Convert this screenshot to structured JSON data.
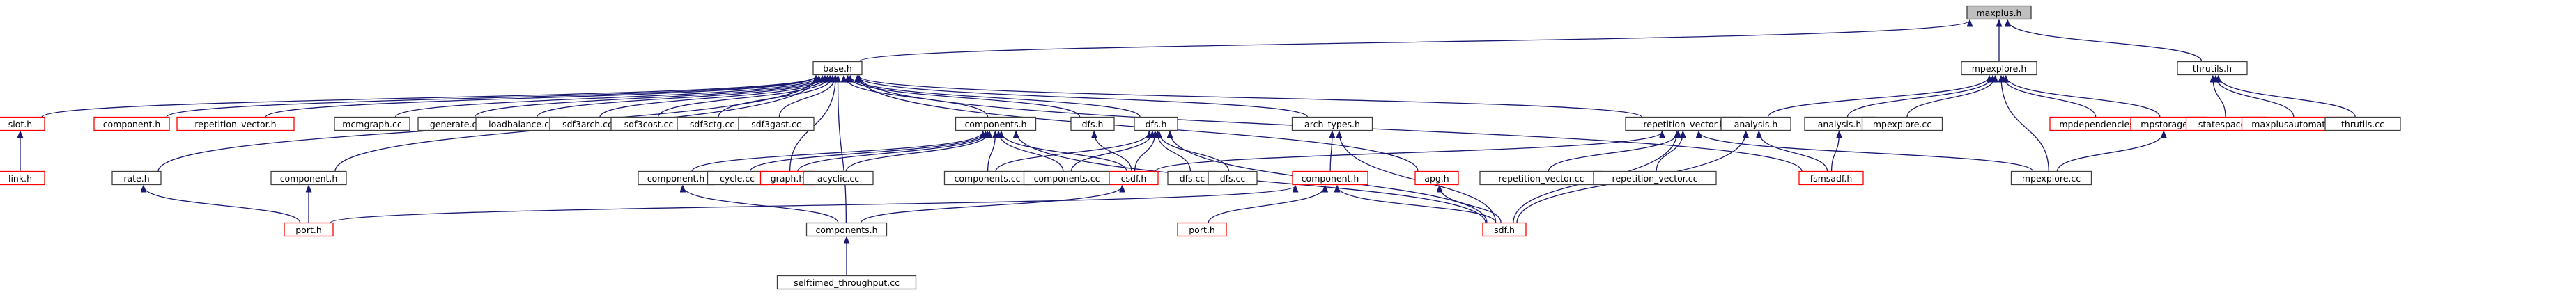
{
  "diagram": {
    "type": "include-dependency-graph",
    "root": "maxplus",
    "colors": {
      "edge": "#191970",
      "root_fill": "#bfbfbf",
      "normal_border": "#404040",
      "undocumented_border": "#ff0000"
    },
    "nodes": [
      {
        "id": "maxplus",
        "label": "maxplus.h",
        "kind": "root"
      },
      {
        "id": "base",
        "label": "base.h",
        "kind": "normal"
      },
      {
        "id": "mpexplore_h",
        "label": "mpexplore.h",
        "kind": "normal"
      },
      {
        "id": "thrutils_h",
        "label": "thrutils.h",
        "kind": "normal"
      },
      {
        "id": "slot_h",
        "label": "slot.h",
        "kind": "red"
      },
      {
        "id": "component_h_a",
        "label": "component.h",
        "kind": "red"
      },
      {
        "id": "repvec_h_a",
        "label": "repetition_vector.h",
        "kind": "red"
      },
      {
        "id": "mcmgraph_cc",
        "label": "mcmgraph.cc",
        "kind": "normal"
      },
      {
        "id": "generate_cc",
        "label": "generate.cc",
        "kind": "normal"
      },
      {
        "id": "loadbalance_cc",
        "label": "loadbalance.cc",
        "kind": "normal"
      },
      {
        "id": "sdf3arch_cc",
        "label": "sdf3arch.cc",
        "kind": "normal"
      },
      {
        "id": "sdf3cost_cc",
        "label": "sdf3cost.cc",
        "kind": "normal"
      },
      {
        "id": "sdf3ctg_cc",
        "label": "sdf3ctg.cc",
        "kind": "normal"
      },
      {
        "id": "sdf3gast_cc",
        "label": "sdf3gast.cc",
        "kind": "normal"
      },
      {
        "id": "components_h_a",
        "label": "components.h",
        "kind": "normal"
      },
      {
        "id": "dfs_h_a",
        "label": "dfs.h",
        "kind": "normal"
      },
      {
        "id": "dfs_h_b",
        "label": "dfs.h",
        "kind": "normal"
      },
      {
        "id": "arch_types_h",
        "label": "arch_types.h",
        "kind": "normal"
      },
      {
        "id": "repvec_h_b",
        "label": "repetition_vector.h",
        "kind": "normal"
      },
      {
        "id": "analysis_h_a",
        "label": "analysis.h",
        "kind": "normal"
      },
      {
        "id": "analysis_h_b",
        "label": "analysis.h",
        "kind": "normal"
      },
      {
        "id": "mpexplore_cc_a",
        "label": "mpexplore.cc",
        "kind": "normal"
      },
      {
        "id": "mpdependencies_h",
        "label": "mpdependencies.h",
        "kind": "red"
      },
      {
        "id": "mpstorage_h",
        "label": "mpstorage.h",
        "kind": "red"
      },
      {
        "id": "statespace_h",
        "label": "statespace.h",
        "kind": "red"
      },
      {
        "id": "maxplusautomaton_h",
        "label": "maxplusautomaton.h",
        "kind": "red"
      },
      {
        "id": "thrutils_cc",
        "label": "thrutils.cc",
        "kind": "normal"
      },
      {
        "id": "link_h",
        "label": "link.h",
        "kind": "red"
      },
      {
        "id": "rate_h",
        "label": "rate.h",
        "kind": "normal"
      },
      {
        "id": "component_h_b",
        "label": "component.h",
        "kind": "normal"
      },
      {
        "id": "component_h_c",
        "label": "component.h",
        "kind": "normal"
      },
      {
        "id": "cycle_cc",
        "label": "cycle.cc",
        "kind": "normal"
      },
      {
        "id": "graph_h",
        "label": "graph.h",
        "kind": "red"
      },
      {
        "id": "acyclic_cc",
        "label": "acyclic.cc",
        "kind": "normal"
      },
      {
        "id": "components_cc_a",
        "label": "components.cc",
        "kind": "normal"
      },
      {
        "id": "components_cc_b",
        "label": "components.cc",
        "kind": "normal"
      },
      {
        "id": "csdf_h",
        "label": "csdf.h",
        "kind": "red"
      },
      {
        "id": "dfs_cc_a",
        "label": "dfs.cc",
        "kind": "normal"
      },
      {
        "id": "dfs_cc_b",
        "label": "dfs.cc",
        "kind": "normal"
      },
      {
        "id": "component_h_d",
        "label": "component.h",
        "kind": "red"
      },
      {
        "id": "apg_h",
        "label": "apg.h",
        "kind": "red"
      },
      {
        "id": "repvec_cc_a",
        "label": "repetition_vector.cc",
        "kind": "normal"
      },
      {
        "id": "repvec_cc_b",
        "label": "repetition_vector.cc",
        "kind": "normal"
      },
      {
        "id": "fsmsadf_h",
        "label": "fsmsadf.h",
        "kind": "red"
      },
      {
        "id": "mpexplore_cc_b",
        "label": "mpexplore.cc",
        "kind": "normal"
      },
      {
        "id": "port_h_a",
        "label": "port.h",
        "kind": "red"
      },
      {
        "id": "components_h_b",
        "label": "components.h",
        "kind": "normal"
      },
      {
        "id": "port_h_b",
        "label": "port.h",
        "kind": "red"
      },
      {
        "id": "sdf_h",
        "label": "sdf.h",
        "kind": "red"
      },
      {
        "id": "selftimed_cc",
        "label": "selftimed_throughput.cc",
        "kind": "normal"
      }
    ],
    "edges": [
      [
        "base",
        "maxplus"
      ],
      [
        "mpexplore_h",
        "maxplus"
      ],
      [
        "thrutils_h",
        "maxplus"
      ],
      [
        "slot_h",
        "base"
      ],
      [
        "component_h_a",
        "base"
      ],
      [
        "repvec_h_a",
        "base"
      ],
      [
        "mcmgraph_cc",
        "base"
      ],
      [
        "generate_cc",
        "base"
      ],
      [
        "loadbalance_cc",
        "base"
      ],
      [
        "sdf3arch_cc",
        "base"
      ],
      [
        "sdf3cost_cc",
        "base"
      ],
      [
        "sdf3ctg_cc",
        "base"
      ],
      [
        "sdf3gast_cc",
        "base"
      ],
      [
        "components_h_a",
        "base"
      ],
      [
        "dfs_h_a",
        "base"
      ],
      [
        "dfs_h_b",
        "base"
      ],
      [
        "arch_types_h",
        "base"
      ],
      [
        "repvec_h_b",
        "base"
      ],
      [
        "rate_h",
        "base"
      ],
      [
        "component_h_b",
        "base"
      ],
      [
        "graph_h",
        "base"
      ],
      [
        "components_h_b",
        "base"
      ],
      [
        "apg_h",
        "base"
      ],
      [
        "fsmsadf_h",
        "base"
      ],
      [
        "analysis_h_a",
        "mpexplore_h"
      ],
      [
        "analysis_h_b",
        "mpexplore_h"
      ],
      [
        "mpexplore_cc_a",
        "mpexplore_h"
      ],
      [
        "mpexplore_cc_b",
        "mpexplore_h"
      ],
      [
        "mpdependencies_h",
        "mpexplore_h"
      ],
      [
        "mpstorage_h",
        "mpexplore_h"
      ],
      [
        "statespace_h",
        "thrutils_h"
      ],
      [
        "maxplusautomaton_h",
        "thrutils_h"
      ],
      [
        "thrutils_cc",
        "thrutils_h"
      ],
      [
        "link_h",
        "slot_h"
      ],
      [
        "port_h_a",
        "rate_h"
      ],
      [
        "port_h_a",
        "component_h_b"
      ],
      [
        "component_h_c",
        "components_h_a"
      ],
      [
        "cycle_cc",
        "components_h_a"
      ],
      [
        "graph_h",
        "components_h_a"
      ],
      [
        "acyclic_cc",
        "components_h_a"
      ],
      [
        "components_cc_a",
        "components_h_a"
      ],
      [
        "components_cc_b",
        "components_h_a"
      ],
      [
        "csdf_h",
        "components_h_a"
      ],
      [
        "sdf_h",
        "components_h_a"
      ],
      [
        "csdf_h",
        "dfs_h_a"
      ],
      [
        "components_cc_a",
        "dfs_h_b"
      ],
      [
        "components_cc_b",
        "dfs_h_b"
      ],
      [
        "csdf_h",
        "dfs_h_b"
      ],
      [
        "dfs_cc_a",
        "dfs_h_b"
      ],
      [
        "dfs_cc_b",
        "dfs_h_b"
      ],
      [
        "sdf_h",
        "dfs_h_b"
      ],
      [
        "component_h_d",
        "arch_types_h"
      ],
      [
        "sdf_h",
        "arch_types_h"
      ],
      [
        "repvec_cc_a",
        "repvec_h_b"
      ],
      [
        "repvec_cc_b",
        "repvec_h_b"
      ],
      [
        "sdf_h",
        "repvec_h_b"
      ],
      [
        "csdf_h",
        "repvec_h_b"
      ],
      [
        "mpexplore_cc_b",
        "repvec_h_b"
      ],
      [
        "fsmsadf_h",
        "analysis_h_a"
      ],
      [
        "sdf_h",
        "analysis_h_a"
      ],
      [
        "fsmsadf_h",
        "analysis_h_b"
      ],
      [
        "mpexplore_cc_b",
        "mpstorage_h"
      ],
      [
        "components_h_b",
        "component_h_c"
      ],
      [
        "selftimed_cc",
        "components_h_b"
      ],
      [
        "components_h_b",
        "csdf_h"
      ],
      [
        "port_h_a",
        "component_h_d"
      ],
      [
        "port_h_b",
        "component_h_d"
      ],
      [
        "sdf_h",
        "component_h_d"
      ],
      [
        "sdf_h",
        "apg_h"
      ]
    ]
  }
}
